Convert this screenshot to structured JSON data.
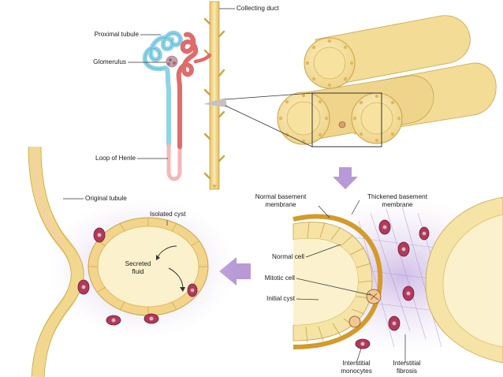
{
  "labels": {
    "collecting_duct": "Collecting duct",
    "proximal_tubule": "Proximal tubule",
    "glomerulus": "Glomerulus",
    "loop_of_henle": "Loop of Henle",
    "original_tubule": "Original tubule",
    "isolated_cyst": "Isolated cyst",
    "secreted_fluid_1": "Secreted",
    "secreted_fluid_2": "fluid",
    "normal_basement_1": "Normal basement",
    "normal_basement_2": "membrane",
    "thickened_basement_1": "Thickened basement",
    "thickened_basement_2": "membrane",
    "normal_cell": "Normal cell",
    "mitotic_cell": "Mitotic cell",
    "initial_cyst": "Initial cyst",
    "interstitial_monocytes_1": "Interstitial",
    "interstitial_monocytes_2": "monocytes",
    "interstitial_fibrosis_1": "Interstitial",
    "interstitial_fibrosis_2": "fibrosis"
  },
  "colors": {
    "tubule_fill": "#f6e3a6",
    "tubule_edge": "#c9a44a",
    "cell_nucleus": "#e0b95a",
    "proximal_blue": "#8fd3e6",
    "distal_red": "#e06b6b",
    "interstitial_purple": "#b9a3d6",
    "monocyte": "#9b2a4a",
    "arrow_purple": "#b79ad6",
    "basement_thick": "#d49a2a"
  }
}
